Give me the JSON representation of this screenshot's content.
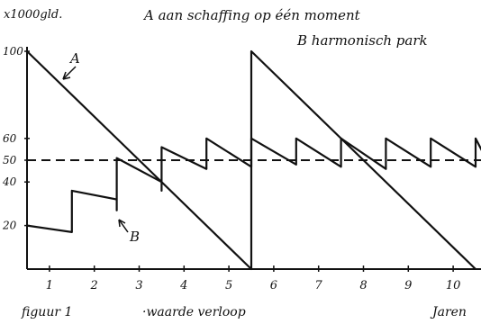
{
  "chart_data": {
    "type": "line",
    "title": "A aan schaffing op één moment",
    "subtitle": "B harmonisch park",
    "ylabel": "x1000gld.",
    "xlabel": "Jaren",
    "figure_label": "figuur 1",
    "caption": "·waarde verloop",
    "x_ticks": [
      "1",
      "2",
      "3",
      "4",
      "5",
      "6",
      "7",
      "8",
      "9",
      "10"
    ],
    "y_ticks": [
      {
        "label": "100",
        "value": 100
      },
      {
        "label": "60",
        "value": 60
      },
      {
        "label": "50",
        "value": 50
      },
      {
        "label": "40",
        "value": 40
      },
      {
        "label": "20",
        "value": 20
      }
    ],
    "xlim": [
      0,
      10.5
    ],
    "ylim": [
      0,
      100
    ],
    "reference_line": {
      "value": 50,
      "style": "dashed"
    },
    "series": [
      {
        "name": "A",
        "points": [
          [
            0,
            100
          ],
          [
            5,
            0
          ],
          [
            5,
            100
          ],
          [
            10,
            0
          ]
        ]
      },
      {
        "name": "B",
        "points": [
          [
            0,
            20
          ],
          [
            1,
            17
          ],
          [
            1,
            36
          ],
          [
            2,
            32
          ],
          [
            2,
            27
          ],
          [
            2,
            51
          ],
          [
            3,
            40
          ],
          [
            3,
            49
          ],
          [
            3,
            36
          ],
          [
            3,
            56
          ],
          [
            4,
            46
          ],
          [
            4,
            60
          ],
          [
            5,
            47
          ],
          [
            5,
            60
          ],
          [
            6,
            48
          ],
          [
            6,
            60
          ],
          [
            7,
            47
          ],
          [
            7,
            60
          ],
          [
            8,
            46
          ],
          [
            8,
            60
          ],
          [
            9,
            47
          ],
          [
            9,
            60
          ],
          [
            10,
            47
          ],
          [
            10,
            60
          ],
          [
            10.5,
            40
          ]
        ]
      }
    ],
    "series_labels": {
      "A": "A",
      "B": "B"
    },
    "line_color": "#111111"
  }
}
